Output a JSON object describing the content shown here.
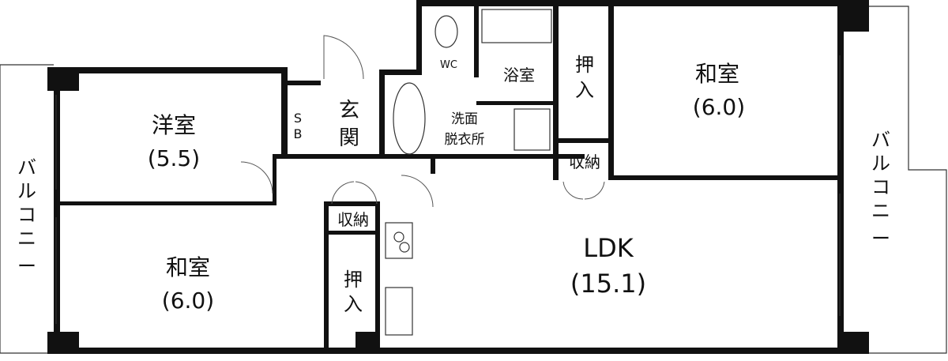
{
  "rooms": {
    "western_room": {
      "name": "洋室",
      "size": "(5.5)"
    },
    "japanese_room_left": {
      "name": "和室",
      "size": "(6.0)"
    },
    "japanese_room_right": {
      "name": "和室",
      "size": "(6.0)"
    },
    "ldk": {
      "name": "LDK",
      "size": "(15.1)"
    },
    "entrance": {
      "line1": "玄",
      "line2": "関"
    },
    "shoe_box": {
      "line1": "S",
      "line2": "B"
    },
    "wc": "WC",
    "bathroom": "浴室",
    "washroom": {
      "line1": "洗面",
      "line2": "脱衣所"
    },
    "closet_right": {
      "line1": "押",
      "line2": "入"
    },
    "closet_left": {
      "line1": "押",
      "line2": "入"
    },
    "storage_right": "収納",
    "storage_left": "収納",
    "balcony_left": [
      "バ",
      "ル",
      "コ",
      "ニ",
      "ー"
    ],
    "balcony_right": [
      "バ",
      "ル",
      "コ",
      "ニ",
      "ー"
    ]
  }
}
